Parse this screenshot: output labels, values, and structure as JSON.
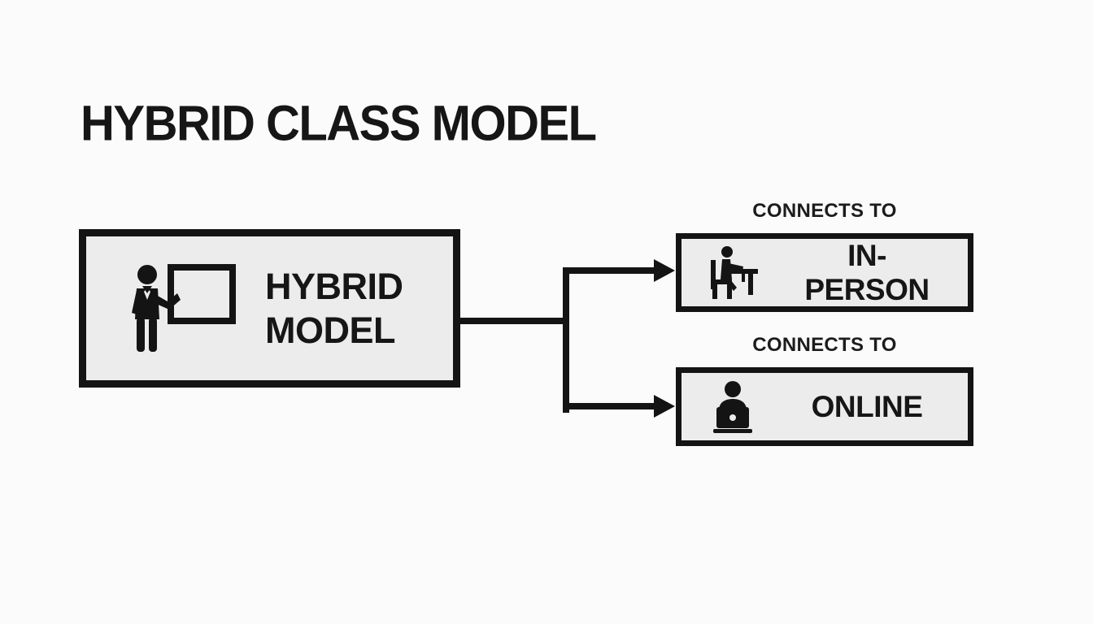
{
  "title": "HYBRID CLASS MODEL",
  "diagram": {
    "main_node": {
      "label_line1": "HYBRID",
      "label_line2": "MODEL",
      "icon": "teacher-presenting-icon"
    },
    "connections": [
      {
        "label": "CONNECTS TO",
        "target": "IN-PERSON",
        "icon": "person-at-desk-icon"
      },
      {
        "label": "CONNECTS TO",
        "target": "ONLINE",
        "icon": "person-at-laptop-icon"
      }
    ],
    "colors": {
      "background": "#fbfbfb",
      "node_fill": "#ececec",
      "node_border": "#141414",
      "connector_line": "#141414",
      "text": "#161616"
    }
  }
}
